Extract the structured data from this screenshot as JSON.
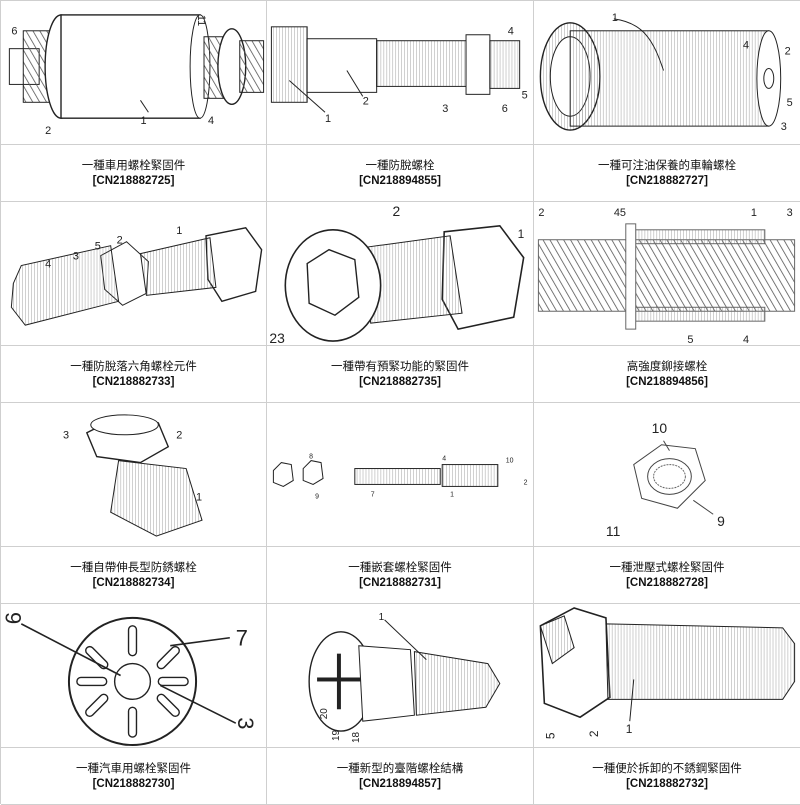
{
  "tiles": [
    {
      "title": "一種車用螺栓緊固件",
      "id": "[CN218882725]",
      "callouts": [
        "6",
        "11",
        "2",
        "1",
        "4"
      ]
    },
    {
      "title": "一種防脫螺栓",
      "id": "[CN218894855]",
      "callouts": [
        "4",
        "1",
        "2",
        "3",
        "5",
        "6"
      ]
    },
    {
      "title": "一種可注油保養的車輪螺栓",
      "id": "[CN218882727]",
      "callouts": [
        "1",
        "4",
        "2",
        "5",
        "3"
      ]
    },
    {
      "title": "一種防脫落六角螺栓元件",
      "id": "[CN218882733]",
      "callouts": [
        "4",
        "3",
        "5",
        "2",
        "1"
      ]
    },
    {
      "title": "一種帶有預緊功能的緊固件",
      "id": "[CN218882735]",
      "callouts": [
        "2",
        "1",
        "23"
      ]
    },
    {
      "title": "高強度鉚接螺栓",
      "id": "[CN218894856]",
      "callouts": [
        "2",
        "45",
        "1",
        "3",
        "5",
        "4"
      ]
    },
    {
      "title": "一種自帶伸長型防銹螺栓",
      "id": "[CN218882734]",
      "callouts": [
        "3",
        "2",
        "1"
      ]
    },
    {
      "title": "一種嵌套螺栓緊固件",
      "id": "[CN218882731]",
      "callouts": [
        "8",
        "9",
        "7",
        "4",
        "1",
        "10",
        "2"
      ]
    },
    {
      "title": "一種泄壓式螺栓緊固件",
      "id": "[CN218882728]",
      "callouts": [
        "10",
        "11",
        "9"
      ]
    },
    {
      "title": "一種汽車用螺栓緊固件",
      "id": "[CN218882730]",
      "callouts": [
        "9",
        "7",
        "3"
      ]
    },
    {
      "title": "一種新型的臺階螺栓結構",
      "id": "[CN218894857]",
      "callouts": [
        "1",
        "20",
        "19",
        "18"
      ]
    },
    {
      "title": "一種便於拆卸的不銹鋼緊固件",
      "id": "[CN218882732]",
      "callouts": [
        "5",
        "2",
        "1"
      ]
    }
  ]
}
